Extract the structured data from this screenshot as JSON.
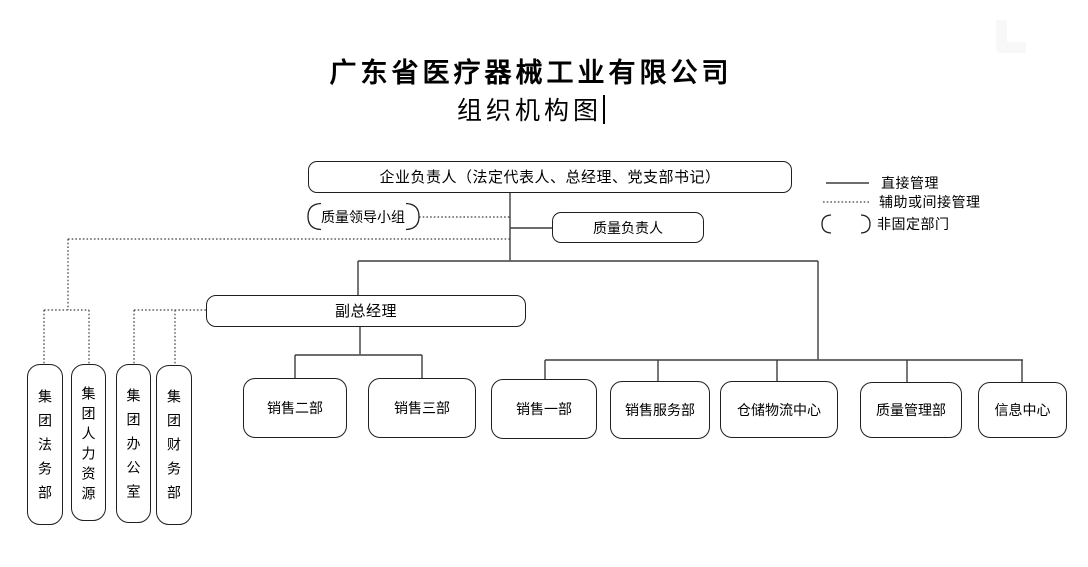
{
  "title": {
    "line1": "广东省医疗器械工业有限公司",
    "line2": "组织机构图"
  },
  "nodes": {
    "ceo": "企业负责人（法定代表人、总经理、党支部书记）",
    "quality_leading_group": "质量领导小组",
    "quality_principal": "质量负责人",
    "deputy_gm": "副总经理",
    "sales_dept_2": "销售二部",
    "sales_dept_3": "销售三部",
    "sales_dept_1": "销售一部",
    "sales_service_dept": "销售服务部",
    "warehouse_logistics_center": "仓储物流中心",
    "quality_mgmt_dept": "质量管理部",
    "info_center": "信息中心",
    "group_legal_dept": "集团法务部",
    "group_hr_dept": "集团人力资源",
    "group_office": "集团办公室",
    "group_finance_dept": "集团财务部"
  },
  "legend": {
    "items": [
      {
        "style": "solid-line",
        "label": "直接管理"
      },
      {
        "style": "dotted-line",
        "label": "辅助或间接管理"
      },
      {
        "style": "bracket",
        "label": "非固定部门"
      }
    ]
  },
  "colors": {
    "line": "#3d3d3d",
    "box_border": "#1f1f1f",
    "text": "#000000",
    "background": "#ffffff"
  }
}
